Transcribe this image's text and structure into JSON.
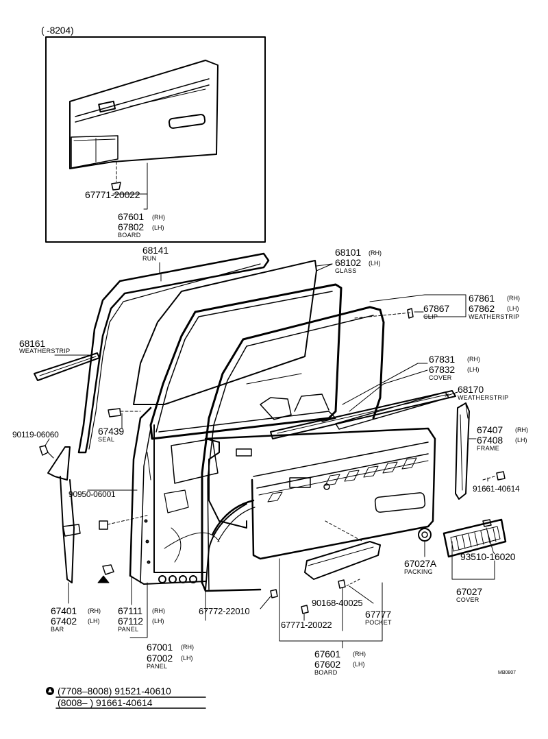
{
  "inset": {
    "range": "(      -8204)",
    "clip_part": "67771-20022",
    "board_rh": "67601",
    "board_rh_side": "(RH)",
    "board_lh": "67802",
    "board_lh_side": "(LH)",
    "board_name": "BOARD"
  },
  "parts": {
    "run_no": "68141",
    "run_name": "RUN",
    "glass_rh": "68101",
    "glass_rh_side": "(RH)",
    "glass_lh": "68102",
    "glass_lh_side": "(LH)",
    "glass_name": "GLASS",
    "ws_top_rh": "67861",
    "ws_top_rh_side": "(RH)",
    "ws_top_lh": "67862",
    "ws_top_lh_side": "(LH)",
    "ws_top_name": "WEATHERSTRIP",
    "clip_no": "67867",
    "clip_name": "CLIP",
    "ws_left_no": "68161",
    "ws_left_name": "WEATHERSTRIP",
    "cover_rh": "67831",
    "cover_rh_side": "(RH)",
    "cover_lh": "67832",
    "cover_lh_side": "(LH)",
    "cover_name": "COVER",
    "ws_belt_no": "68170",
    "ws_belt_name": "WEATHERSTRIP",
    "frame_rh": "67407",
    "frame_rh_side": "(RH)",
    "frame_lh": "67408",
    "frame_lh_side": "(LH)",
    "frame_name": "FRAME",
    "seal_no": "67439",
    "seal_name": "SEAL",
    "bolt_a": "90119-06060",
    "hole_plug": "90950-06001",
    "screw_frame": "91661-40614",
    "packing_no": "67027A",
    "packing_name": "PACKING",
    "screw_cover": "93510-16020",
    "cover2_no": "67027",
    "cover2_name": "COVER",
    "bar_rh": "67401",
    "bar_rh_side": "(RH)",
    "bar_lh": "67402",
    "bar_lh_side": "(LH)",
    "bar_name": "BAR",
    "panel_rh": "67111",
    "panel_rh_side": "(RH)",
    "panel_lh": "67112",
    "panel_lh_side": "(LH)",
    "panel_name": "PANEL",
    "clip_a": "67772-22010",
    "clip_b": "90168-40025",
    "clip_c": "67771-20022",
    "pocket_no": "67777",
    "pocket_name": "POCKET",
    "door_rh": "67001",
    "door_rh_side": "(RH)",
    "door_lh": "67002",
    "door_lh_side": "(LH)",
    "door_name": "PANEL",
    "board_rh": "67601",
    "board_rh_side": "(RH)",
    "board_lh": "67602",
    "board_lh_side": "(LH)",
    "board_name": "BOARD"
  },
  "footnote": {
    "line1": "(7708–8008) 91521-40610",
    "line2": "(8008–        ) 91661-40614",
    "code": "MB0807"
  }
}
